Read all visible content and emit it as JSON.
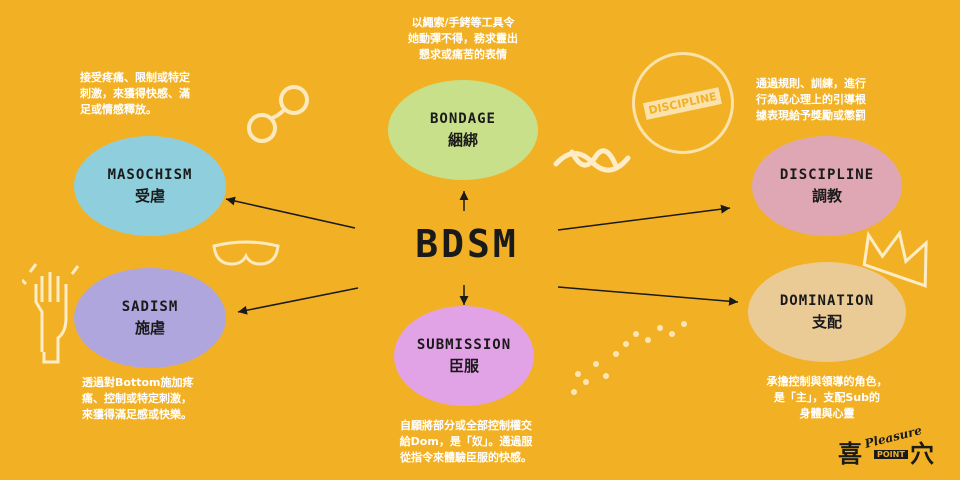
{
  "center_label": "BDSM",
  "nodes": {
    "bondage": {
      "en": "BONDAGE",
      "zh": "綑綁",
      "color": "#C8E08A",
      "desc": [
        "以繩索/手銬等工具令",
        "她動彈不得，務求靈出",
        "懇求或痛苦的表情"
      ]
    },
    "masochism": {
      "en": "MASOCHISM",
      "zh": "受虐",
      "color": "#8FCFDD",
      "desc": [
        "接受疼痛、限制或特定",
        "刺激，來獲得快感、滿",
        "足或情感釋放。"
      ]
    },
    "sadism": {
      "en": "SADISM",
      "zh": "施虐",
      "color": "#AFA6DE",
      "desc": [
        "透過對Bottom施加疼",
        "痛、控制或特定刺激，",
        "來獲得滿足感或快樂。"
      ]
    },
    "submission": {
      "en": "SUBMISSION",
      "zh": "臣服",
      "color": "#E2A2E6",
      "desc": [
        "自願將部分或全部控制權交",
        "給Dom，是「奴」。通過服",
        "從指令來體驗臣服的快感。"
      ]
    },
    "discipline": {
      "en": "DISCIPLINE",
      "zh": "調教",
      "color": "#DEA7B3",
      "desc": [
        "通過規則、訓練，進行",
        "行為或心理上的引導根",
        "據表現給予獎勵或懲罰"
      ]
    },
    "domination": {
      "en": "DOMINATION",
      "zh": "支配",
      "color": "#EACB96",
      "desc": [
        "承擔控制與領導的角色，",
        "是「主」，支配Sub的",
        "身體與心靈"
      ]
    }
  },
  "stamp_label": "DISCIPLINE",
  "logo": {
    "char1": "喜",
    "script": "Pleasure",
    "tag": "POINT",
    "char2": "穴"
  },
  "icons": [
    "handcuffs-icon",
    "blindfold-icon",
    "hand-icon",
    "knot-icon",
    "crown-icon",
    "paw-prints-icon"
  ]
}
